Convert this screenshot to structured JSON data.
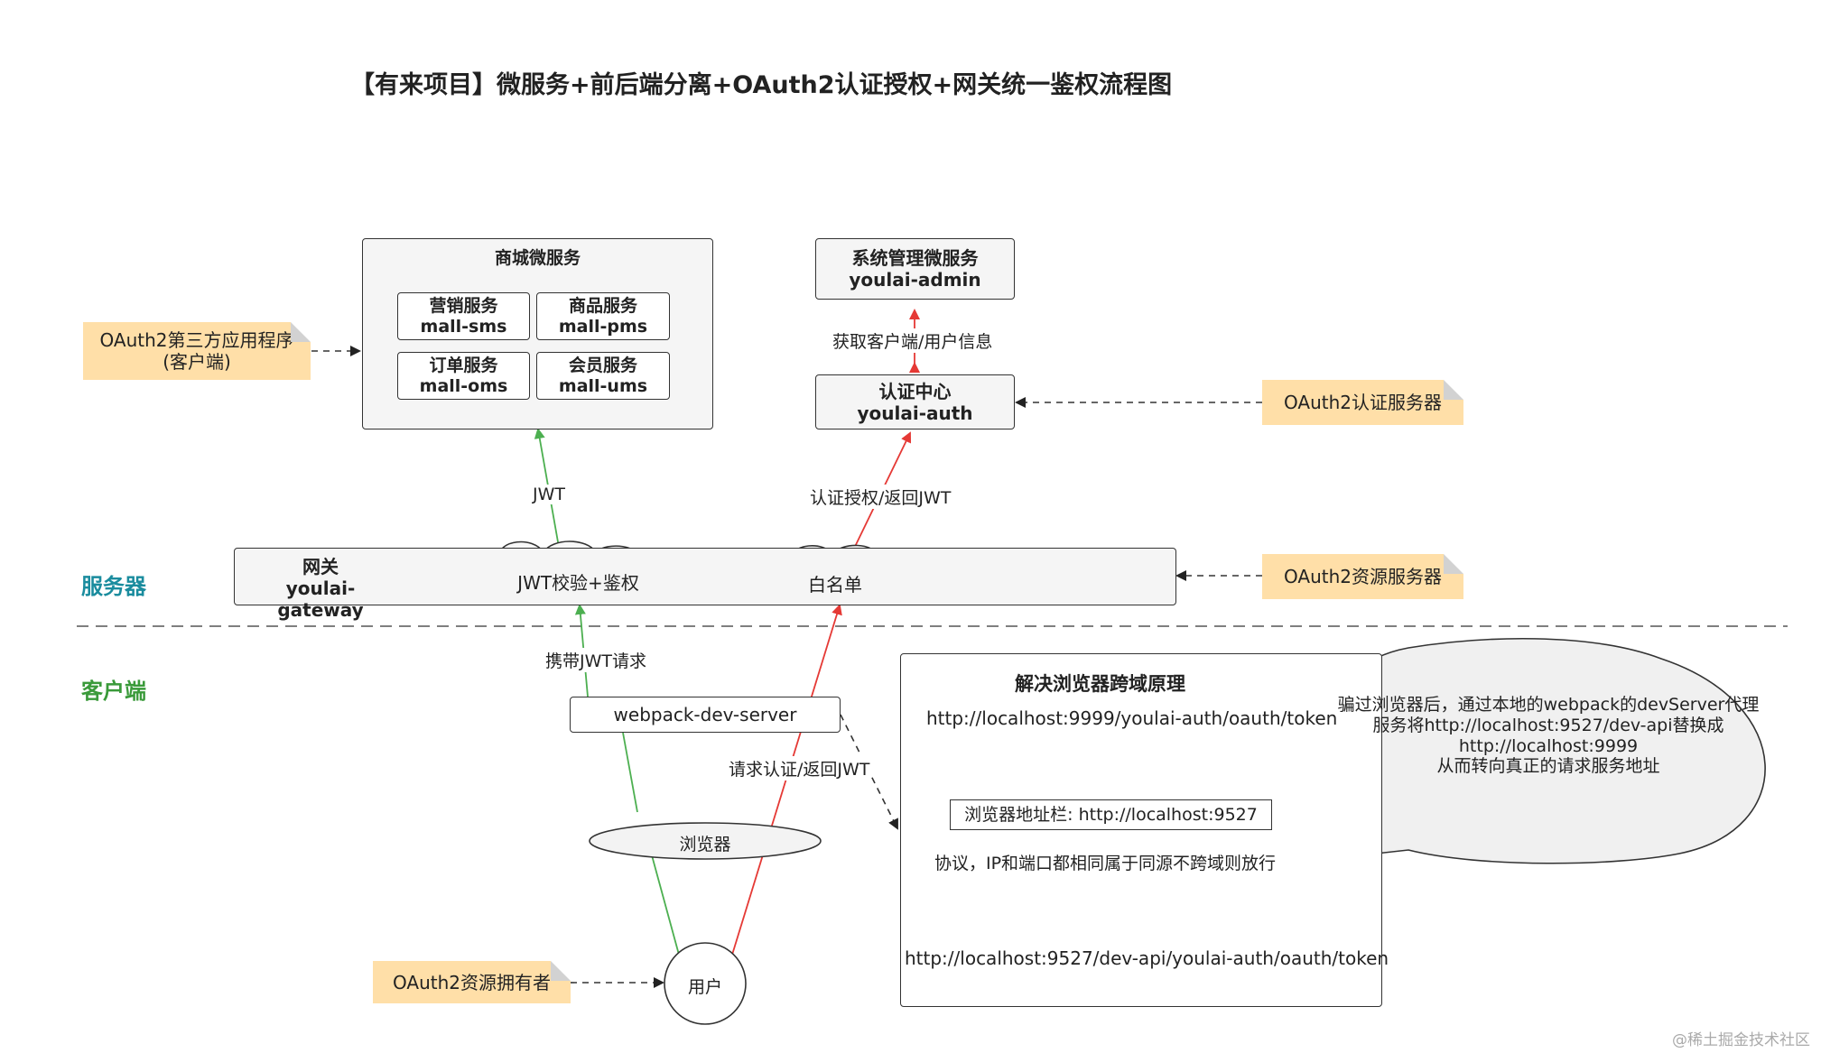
{
  "title": "【有来项目】微服务+前后端分离+OAuth2认证授权+网关统一鉴权流程图",
  "zones": {
    "server": "服务器",
    "client": "客户端"
  },
  "mall": {
    "title": "商城微服务",
    "services": [
      {
        "name": "营销服务",
        "code": "mall-sms"
      },
      {
        "name": "商品服务",
        "code": "mall-pms"
      },
      {
        "name": "订单服务",
        "code": "mall-oms"
      },
      {
        "name": "会员服务",
        "code": "mall-ums"
      }
    ]
  },
  "admin": {
    "name": "系统管理微服务",
    "code": "youlai-admin"
  },
  "auth": {
    "name": "认证中心",
    "code": "youlai-auth"
  },
  "gateway": {
    "name": "网关",
    "code": "youlai-gateway",
    "jwt_check": "JWT校验+鉴权",
    "whitelist": "白名单"
  },
  "notes": {
    "third_party": [
      "OAuth2第三方应用程序",
      "(客户端)"
    ],
    "auth_server": "OAuth2认证服务器",
    "resource_server": "OAuth2资源服务器",
    "resource_owner": "OAuth2资源拥有者"
  },
  "edges": {
    "get_info": "获取客户端/用户信息",
    "jwt": "JWT",
    "auth_return": "认证授权/返回JWT",
    "carry_jwt": "携带JWT请求",
    "req_auth": "请求认证/返回JWT"
  },
  "devserver": "webpack-dev-server",
  "browser": "浏览器",
  "user": "用户",
  "cors": {
    "title": "解决浏览器跨域原理",
    "target_url": "http://localhost:9999/youlai-auth/oauth/token",
    "address_bar": "浏览器地址栏: http://localhost:9527",
    "rule": "协议，IP和端口都相同属于同源不跨域则放行",
    "source_url": "http://localhost:9527/dev-api/youlai-auth/oauth/token"
  },
  "bubble": [
    "骗过浏览器后，通过本地的webpack的devServer代理",
    "服务将http://localhost:9527/dev-api替换成",
    "http://localhost:9999",
    "从而转向真正的请求服务地址"
  ],
  "watermark": "@稀土掘金技术社区",
  "colors": {
    "green": "#4caf50",
    "red": "#e53935",
    "teal": "#1a8c9e",
    "client_green": "#3a9a3a",
    "note": "#ffdfa8"
  }
}
